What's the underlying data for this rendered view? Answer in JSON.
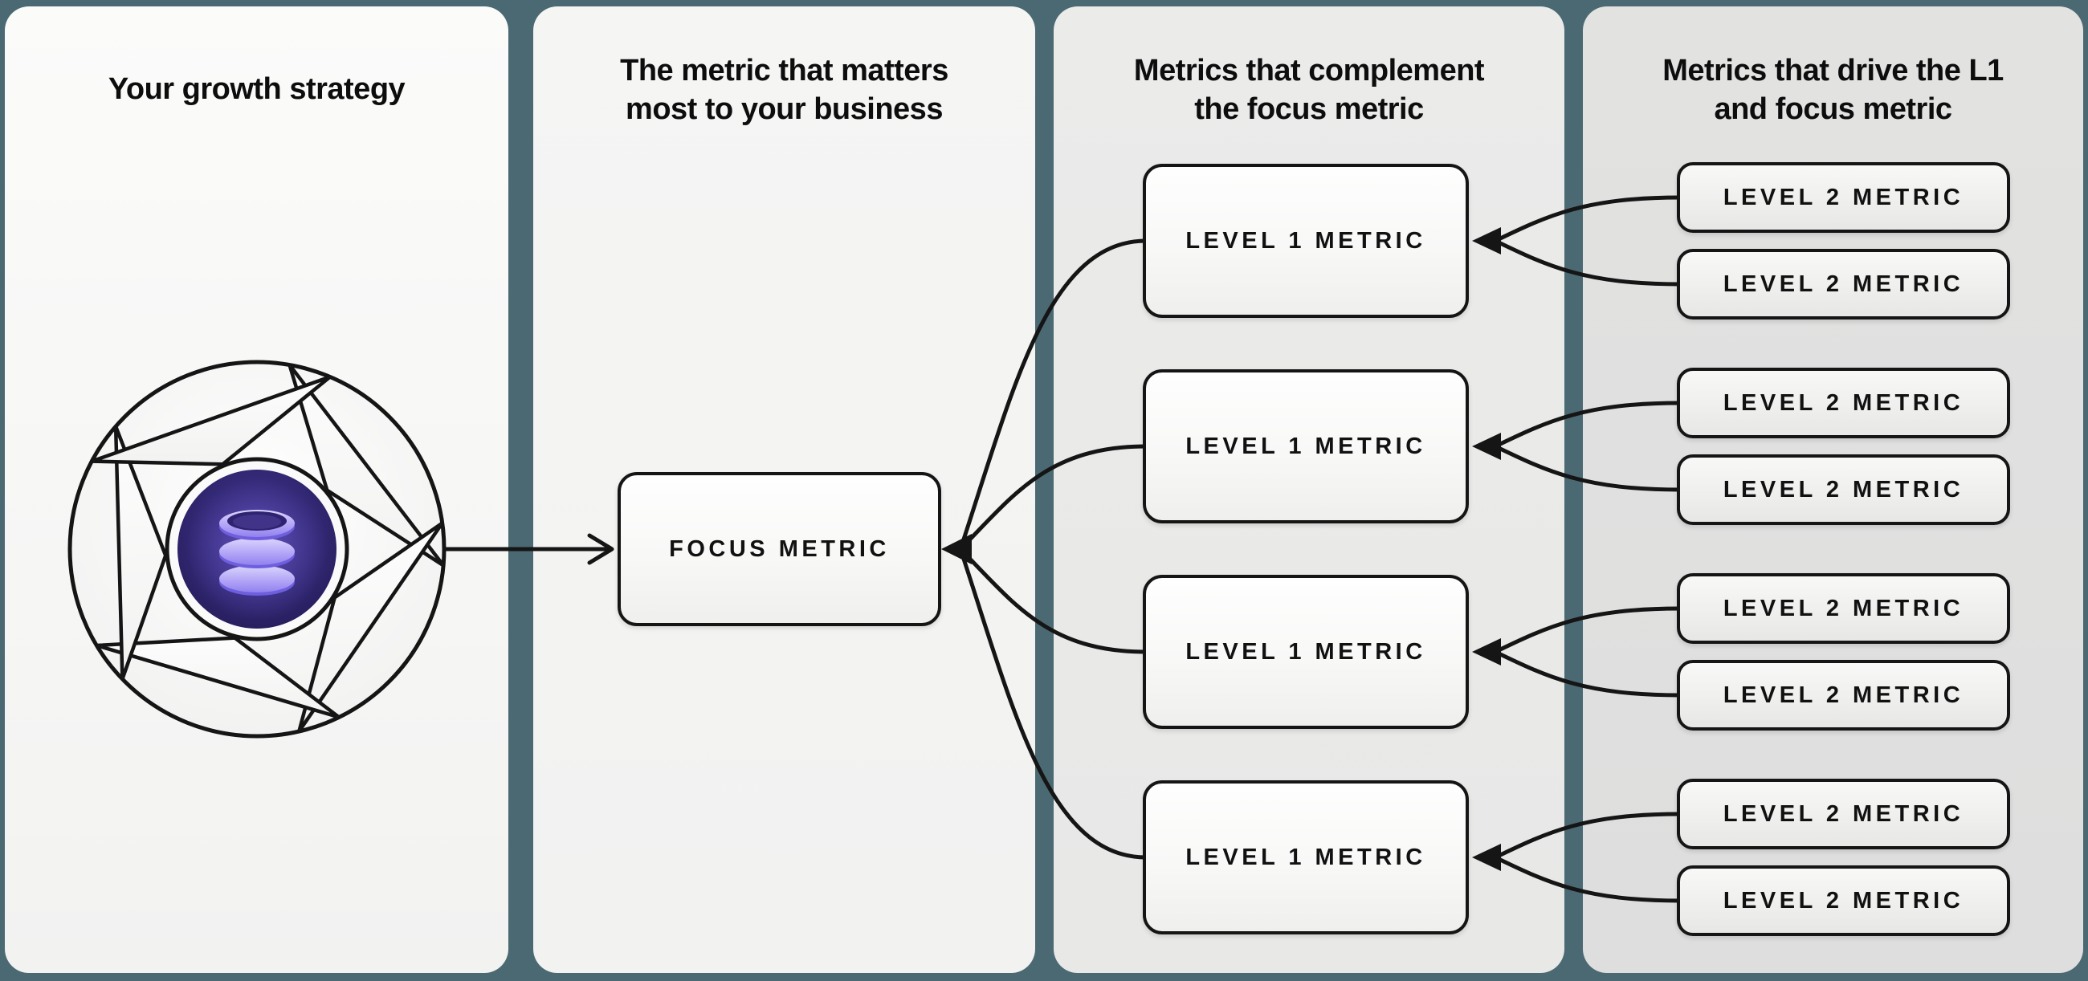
{
  "diagram": {
    "background_color": "#4b6973",
    "line_color": "#151515",
    "accent_purple": "#2e2370"
  },
  "panels": [
    {
      "title": "Your growth strategy"
    },
    {
      "title": "The metric that matters most to your business"
    },
    {
      "title": "Metrics that complement the focus metric"
    },
    {
      "title": "Metrics that drive the L1 and focus metric"
    }
  ],
  "nodes": {
    "focus": {
      "label": "FOCUS METRIC"
    },
    "level1": [
      {
        "label": "LEVEL 1 METRIC"
      },
      {
        "label": "LEVEL 1 METRIC"
      },
      {
        "label": "LEVEL 1 METRIC"
      },
      {
        "label": "LEVEL 1 METRIC"
      }
    ],
    "level2": [
      {
        "label": "LEVEL 2 METRIC"
      },
      {
        "label": "LEVEL 2 METRIC"
      },
      {
        "label": "LEVEL 2 METRIC"
      },
      {
        "label": "LEVEL 2 METRIC"
      },
      {
        "label": "LEVEL 2 METRIC"
      },
      {
        "label": "LEVEL 2 METRIC"
      },
      {
        "label": "LEVEL 2 METRIC"
      },
      {
        "label": "LEVEL 2 METRIC"
      }
    ]
  },
  "icons": {
    "flywheel": "flywheel-icon",
    "database": "database-icon"
  }
}
